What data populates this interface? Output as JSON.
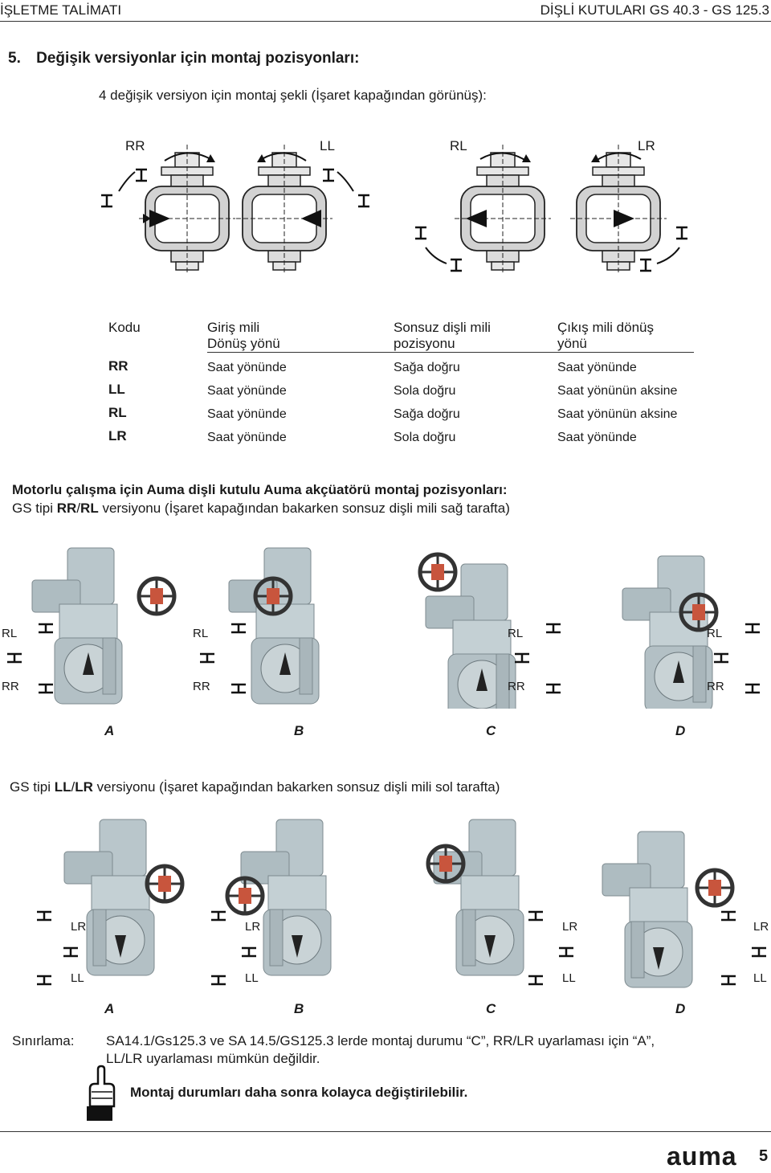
{
  "header": {
    "left": "İŞLETME TALİMATI",
    "right": "DİŞLİ KUTULARI  GS 40.3 - GS 125.3"
  },
  "section": {
    "number": "5.",
    "title": "Değişik versiyonlar için montaj pozisyonları:",
    "subtitle": "4 değişik versiyon için  montaj şekli (İşaret kapağından görünüş):"
  },
  "versions": [
    "RR",
    "LL",
    "RL",
    "LR"
  ],
  "table": {
    "headers": [
      [
        "Kodu"
      ],
      [
        "Giriş mili",
        "Dönüş yönü"
      ],
      [
        "Sonsuz dişli mili",
        "pozisyonu"
      ],
      [
        "Çıkış  mili dönüş",
        "yönü"
      ]
    ],
    "rows": [
      {
        "code": "RR",
        "input": "Saat yönünde",
        "worm": "Sağa doğru",
        "output": "Saat yönünde"
      },
      {
        "code": "LL",
        "input": "Saat yönünde",
        "worm": "Sola doğru",
        "output": "Saat yönünün aksine"
      },
      {
        "code": "RL",
        "input": "Saat yönünde",
        "worm": "Sağa doğru",
        "output": "Saat yönünün aksine"
      },
      {
        "code": "LR",
        "input": "Saat yönünde",
        "worm": "Sola doğru",
        "output": "Saat yönünde"
      }
    ]
  },
  "motor": {
    "heading": "Motorlu çalışma için Auma dişli kutulu Auma akçüatörü montaj pozisyonları:",
    "rr_line": {
      "pre": "GS tipi ",
      "b1": "RR",
      "sep": "/",
      "b2": "RL",
      "post": " versiyonu (İşaret kapağından bakarken sonsuz dişli mili sağ tarafta)"
    },
    "ll_line": {
      "pre": "GS tipi ",
      "b1": "LL",
      "sep": "/",
      "b2": "LR",
      "post": " versiyonu (İşaret kapağından bakarken sonsuz dişli mili sol tarafta)"
    },
    "rr_tags": [
      "RL",
      "RR"
    ],
    "ll_tags": [
      "LR",
      "LL"
    ],
    "letters": [
      "A",
      "B",
      "C",
      "D"
    ]
  },
  "restriction": {
    "label": "Sınırlama:",
    "line1": "SA14.1/Gs125.3 ve SA 14.5/GS125.3 lerde montaj durumu “C”, RR/LR uyarlaması için “A”,",
    "line2": "LL/LR uyarlaması mümkün değildir."
  },
  "note": "Montaj durumları daha sonra kolayca değiştirilebilir.",
  "footer": {
    "logo": "auma",
    "page": "5"
  },
  "colors": {
    "actuator": "#b9c6cb",
    "handwheel": "#c8553d",
    "line": "#222222"
  }
}
